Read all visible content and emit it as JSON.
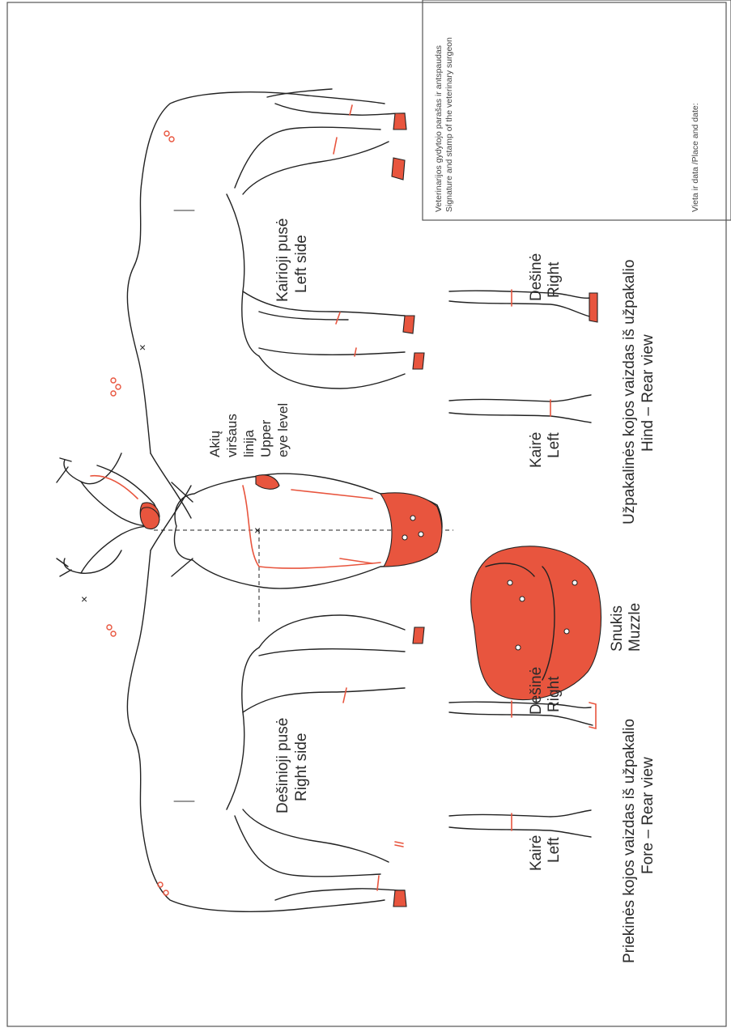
{
  "colors": {
    "marking": "#e8553e",
    "ink": "#222222",
    "border": "#555555"
  },
  "certificate_box": {
    "signature_label_lt": "Veterinarijos gydytojo parašas ir antspaudas",
    "signature_label_en": "Signature and stamp of the veterinary surgeon",
    "place_date_label": "Vieta ir data /Place and date:"
  },
  "left_side": {
    "label_lt": "Kairioji pusė",
    "label_en": "Left side"
  },
  "right_side": {
    "label_lt": "Dešinioji pusė",
    "label_en": "Right side"
  },
  "head": {
    "line1": "Akių",
    "line2": "viršaus",
    "line3": "linija",
    "line4": "Upper",
    "line5": "eye level"
  },
  "muzzle": {
    "label_lt": "Snukis",
    "label_en": "Muzzle"
  },
  "hind_view": {
    "right_lt": "Dešinė",
    "right_en": "Right",
    "left_lt": "Kairė",
    "left_en": "Left",
    "title_lt": "Užpakalinės kojos vaizdas iš užpakalio",
    "title_en": "Hind – Rear view"
  },
  "fore_view": {
    "right_lt": "Dešinė",
    "right_en": "Right",
    "left_lt": "Kairė",
    "left_en": "Left",
    "title_lt": "Priekinės kojos vaizdas iš užpakalio",
    "title_en": "Fore – Rear view"
  }
}
